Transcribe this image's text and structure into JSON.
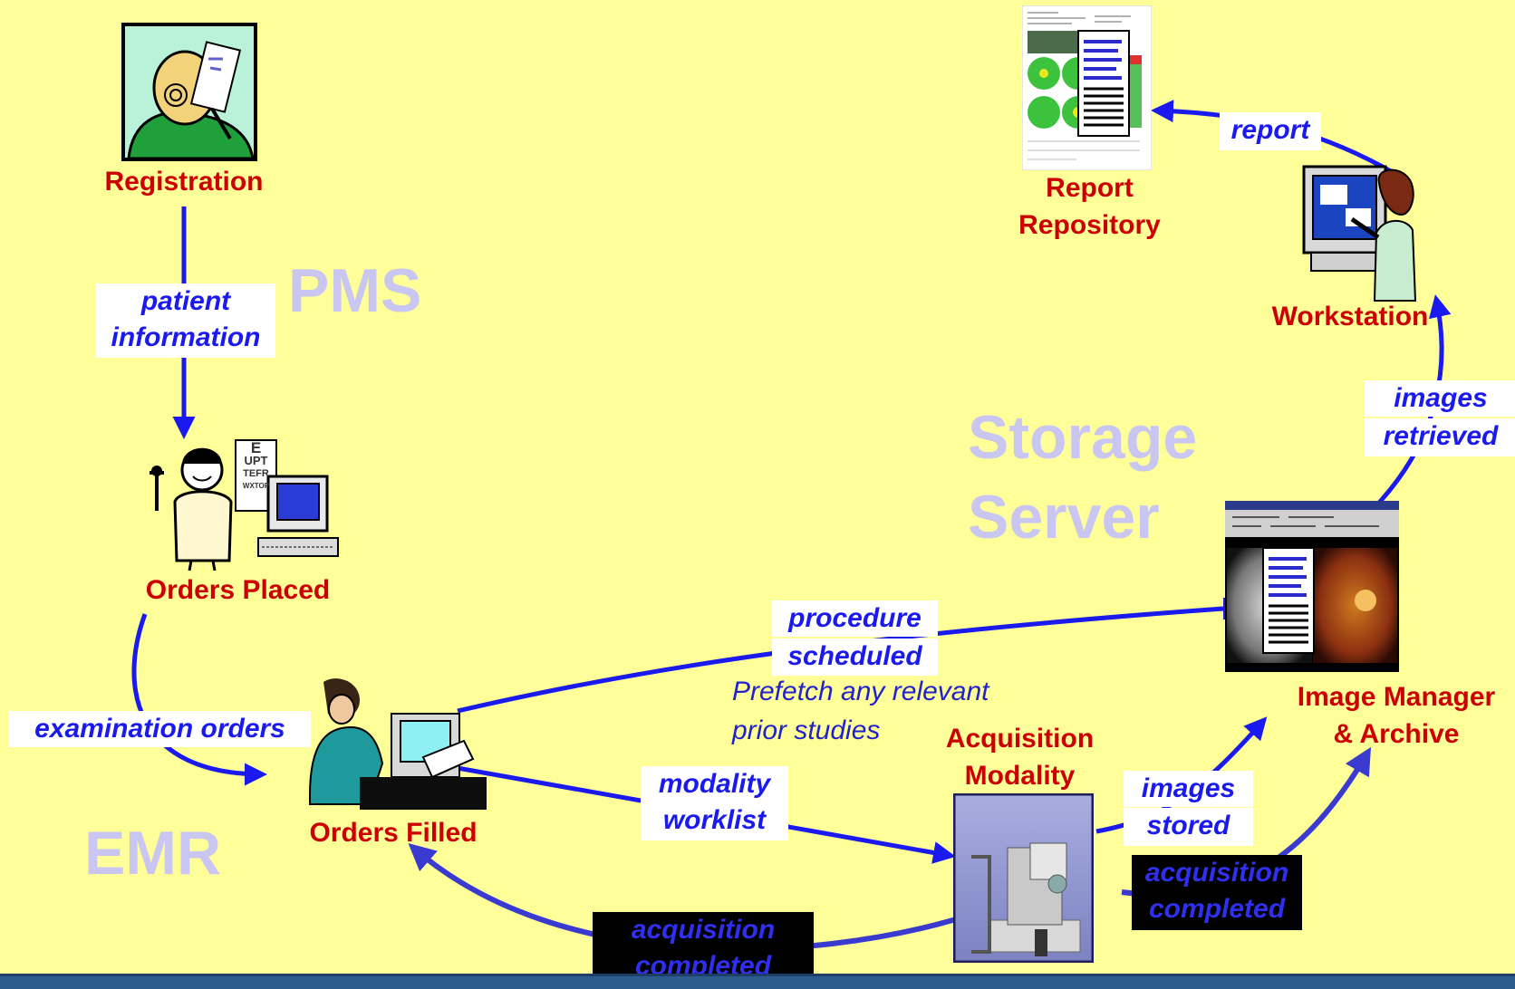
{
  "zones": {
    "pms": "PMS",
    "storage_line1": "Storage",
    "storage_line2": "Server",
    "emr": "EMR"
  },
  "nodes": {
    "registration": "Registration",
    "orders_placed": "Orders Placed",
    "orders_filled": "Orders Filled",
    "acquisition_modality_line1": "Acquisition",
    "acquisition_modality_line2": "Modality",
    "image_manager_line1": "Image Manager",
    "image_manager_line2": "& Archive",
    "workstation": "Workstation",
    "report_repository_line1": "Report",
    "report_repository_line2": "Repository"
  },
  "flows": {
    "patient_information_line1": "patient",
    "patient_information_line2": "information",
    "examination_orders": "examination orders",
    "procedure_scheduled_line1": "procedure",
    "procedure_scheduled_line2": "scheduled",
    "modality_worklist_line1": "modality",
    "modality_worklist_line2": "worklist",
    "images_stored_line1": "images",
    "images_stored_line2": "stored",
    "acquisition_completed_line1": "acquisition",
    "acquisition_completed_line2": "completed",
    "images_retrieved_line1": "images",
    "images_retrieved_line2": "retrieved",
    "report": "report"
  },
  "notes": {
    "prefetch_line1": "Prefetch any relevant",
    "prefetch_line2": "prior studies"
  },
  "eye_chart": {
    "row1": "E",
    "row2": "UPT",
    "row3": "TEFR",
    "row4": "WXTOP"
  },
  "colors": {
    "background": "#ffff99",
    "node_label": "#cc0000",
    "flow_text": "#1a1aee",
    "arrow": "#1a1aee",
    "zone_label": "#c9c6f2",
    "footer": "#2d5b8e"
  }
}
